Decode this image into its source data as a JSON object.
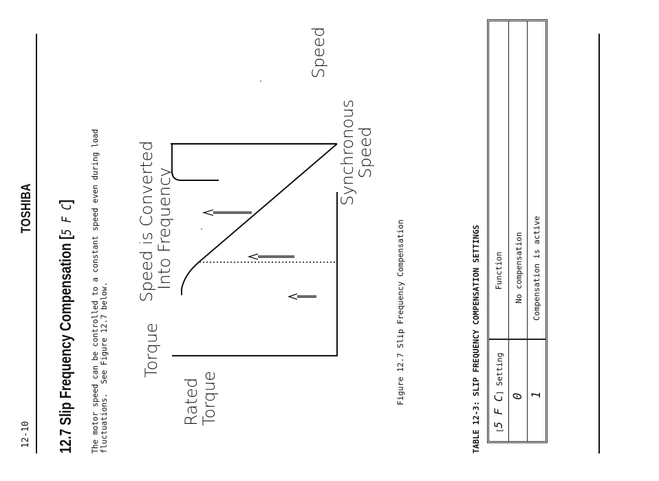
{
  "header": {
    "page_number": "12-10",
    "brand": "TOSHIBA"
  },
  "section": {
    "title_prefix": "12.7 Slip Frequency Compensation [",
    "title_code": "5 F C",
    "title_suffix": "]",
    "intro_line1": "The motor speed can be controlled to a constant speed even during load",
    "intro_line2": "fluctuations.  See Figure 12.7 below."
  },
  "figure": {
    "label_converted_line1": "Speed is Converted",
    "label_converted_line2": "Into Frequency",
    "label_torque": "Torque",
    "label_rated_line1": "Rated",
    "label_rated_line2": "Torque",
    "label_speed": "Speed",
    "label_sync_line1": "Synchronous",
    "label_sync_line2": "Speed",
    "caption": "Figure 12.7  Slip Frequency Compensation"
  },
  "table": {
    "title": "TABLE 12-3:  SLIP FREQUENCY COMPENSATION SETTINGS",
    "headers": {
      "setting_code": "5 F C",
      "setting_label": "Setting",
      "function": "Function"
    },
    "rows": [
      {
        "setting": "0",
        "function": "No compensation"
      },
      {
        "setting": "1",
        "function": "Compensation is active"
      }
    ]
  }
}
